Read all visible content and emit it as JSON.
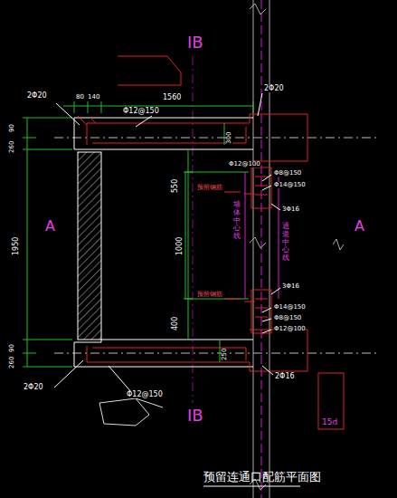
{
  "diagram": {
    "title": "预留连通口配筋平面图",
    "labels": [
      "IB",
      "IB",
      "A",
      "A",
      "2Φ20",
      "80",
      "140",
      "1560",
      "Φ12@150",
      "2Φ20",
      "90",
      "260",
      "300",
      "Φ12@100",
      "550",
      "预留钢筋",
      "Φ8@150",
      "Φ14@150",
      "3Φ16",
      "墙体中心线",
      "通道中心线",
      "1950",
      "1000",
      "400",
      "预留钢筋",
      "3Φ16",
      "Φ14@150",
      "Φ8@150",
      "Φ12@100",
      "250",
      "90",
      "260",
      "2Φ20",
      "Φ12@150",
      "2Φ16",
      "15d"
    ]
  }
}
